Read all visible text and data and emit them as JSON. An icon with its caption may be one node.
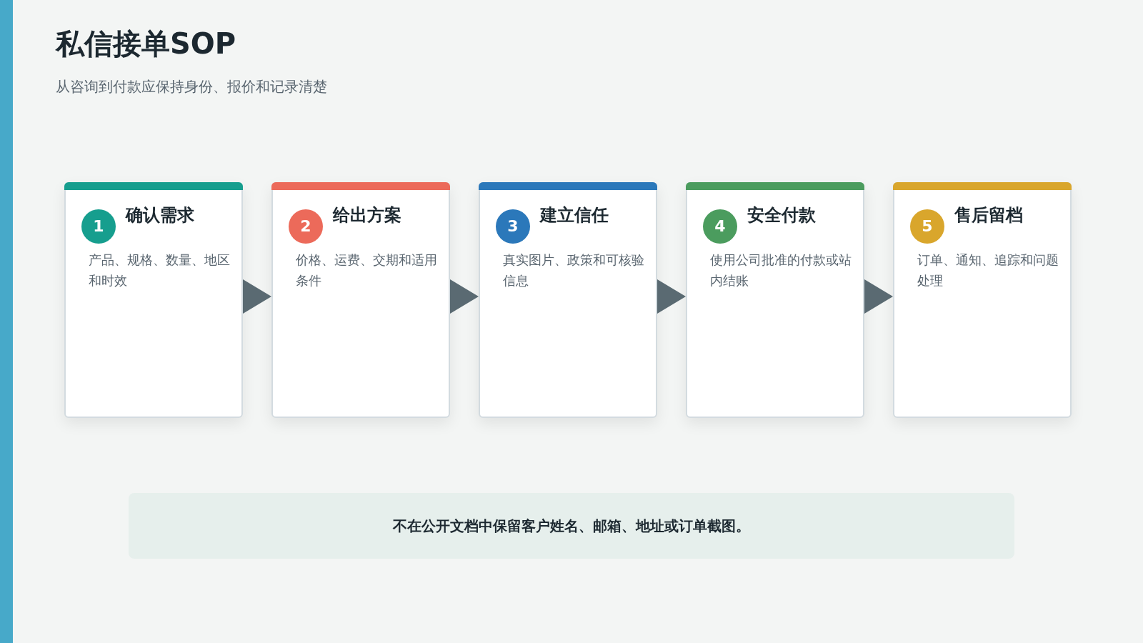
{
  "diagram": {
    "title": "私信接单SOP",
    "caption": "从咨询到付款应保持身份、报价和记录清楚",
    "nodes": [
      {
        "text": [
          "1",
          "确认需求",
          "产品、规格、数量、地区和时效"
        ]
      },
      {
        "text": [
          "2",
          "给出方案",
          "价格、运费、交期和适用条件"
        ]
      },
      {
        "text": [
          "3",
          "建立信任",
          "真实图片、政策和可核验信息"
        ]
      },
      {
        "text": [
          "4",
          "安全付款",
          "使用公司批准的付款或站内结账"
        ]
      },
      {
        "text": [
          "5",
          "售后留档",
          "订单、通知、追踪和问题处理"
        ]
      }
    ],
    "edges": [
      {
        "from": 0,
        "to": 1,
        "arrow": "to"
      },
      {
        "from": 1,
        "to": 2,
        "arrow": "to"
      },
      {
        "from": 2,
        "to": 3,
        "arrow": "to"
      },
      {
        "from": 3,
        "to": 4,
        "arrow": "to"
      }
    ],
    "labels": [
      "不在公开文档中保留客户姓名、邮箱、地址或订单截图。"
    ]
  }
}
